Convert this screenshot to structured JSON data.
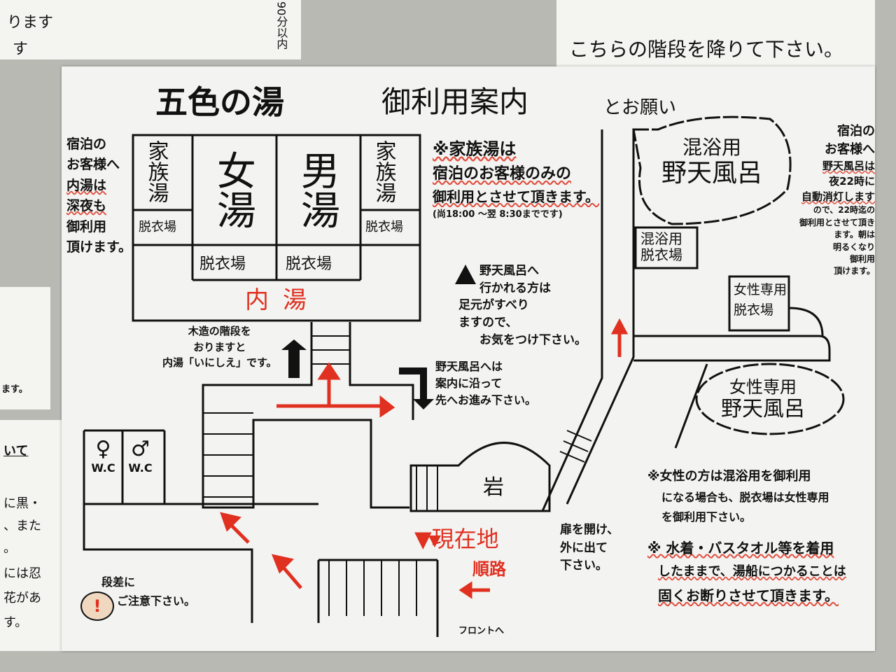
{
  "wall_notes": {
    "top_left": [
      "ります",
      "す"
    ],
    "top_left_vertical": "90分以内",
    "top_right": "こちらの階段を降りて下さい。",
    "left_fragment_1": "ます。",
    "left_fragment_2": [
      "いて",
      "に黒・",
      "、また",
      "。",
      "には忍",
      "花があ",
      "す。"
    ]
  },
  "poster": {
    "title_main": "五色の湯",
    "title_sub": "御利用案内",
    "title_tail": "とお願い",
    "rooms": {
      "family_bath_left": "家族湯",
      "womens_bath": "女湯",
      "mens_bath": "男湯",
      "family_bath_right": "家族湯",
      "changing_left": "脱衣場",
      "changing_women": "脱衣場",
      "changing_men": "脱衣場",
      "changing_right": "脱衣場",
      "indoor_bath": "内湯",
      "mixed_open_air": [
        "混浴用",
        "野天風呂"
      ],
      "mixed_changing": [
        "混浴用",
        "脱衣場"
      ],
      "women_changing": [
        "女性専用",
        "脱衣場"
      ],
      "women_open_air": [
        "女性専用",
        "野天風呂"
      ],
      "rock": "岩",
      "wc_women": "W.C",
      "wc_men": "W.C"
    },
    "left_note": [
      "宿泊の",
      "お客様へ",
      "内湯は",
      "深夜も",
      "御利用",
      "頂けます。"
    ],
    "family_note": [
      "※家族湯は",
      "宿泊のお客様のみの",
      "御利用とさせて頂きます。",
      "(尚18:00 〜翌 8:30までです)"
    ],
    "caution_note": [
      "野天風呂へ",
      "行かれる方は",
      "足元がすべり",
      "ますので、",
      "お気をつけ下さい。"
    ],
    "stairs_note": [
      "木造の階段を",
      "おりますと",
      "内湯「いにしえ」です。"
    ],
    "route_note": [
      "野天風呂へは",
      "案内に沿って",
      "先へお進み下さい。"
    ],
    "night_note": [
      "宿泊の",
      "お客様へ",
      "野天風呂は",
      "夜22時に",
      "自動消灯します",
      "ので、22時迄の",
      "御利用とさせて頂き",
      "ます。朝は",
      "明るくなり",
      "御利用",
      "頂けます。"
    ],
    "door_note": [
      "扉を開け、",
      "外に出て",
      "下さい。"
    ],
    "women_note": [
      "※女性の方は混浴用を御利用",
      "になる場合も、脱衣場は女性専用",
      "を御利用下さい。"
    ],
    "swimwear_note": [
      "※ 水着・バスタオル等を着用",
      "したままで、湯船につかることは",
      "固くお断りさせて頂きます。"
    ],
    "step_note": [
      "段差に",
      "ご注意下さい。"
    ],
    "current_location": "▼現在地",
    "route_label": "順路",
    "front_label": "フロントへ"
  }
}
